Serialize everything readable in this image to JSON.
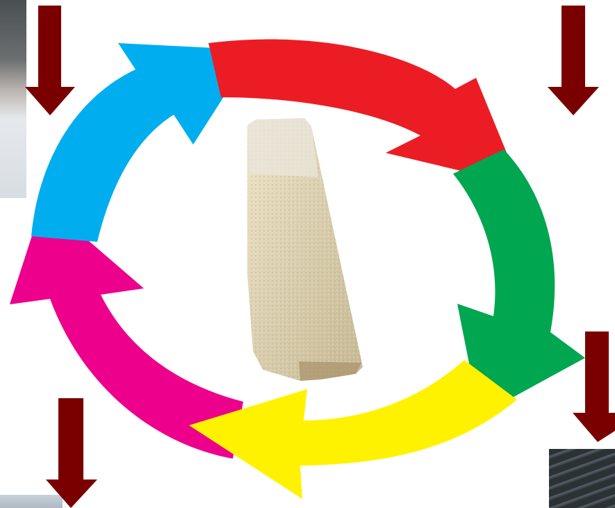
{
  "diagram": {
    "type": "cycle",
    "segments": [
      {
        "name": "red",
        "color": "#ec1c24"
      },
      {
        "name": "green",
        "color": "#00a650"
      },
      {
        "name": "yellow",
        "color": "#fff200"
      },
      {
        "name": "magenta",
        "color": "#ec008c"
      },
      {
        "name": "blue",
        "color": "#00aeef"
      }
    ],
    "down_arrow_color": "#7a0000",
    "center_image": "cheese-wedge",
    "corner_photos": [
      "factory-interior",
      "cheese-vat",
      "aging-shelves"
    ]
  }
}
